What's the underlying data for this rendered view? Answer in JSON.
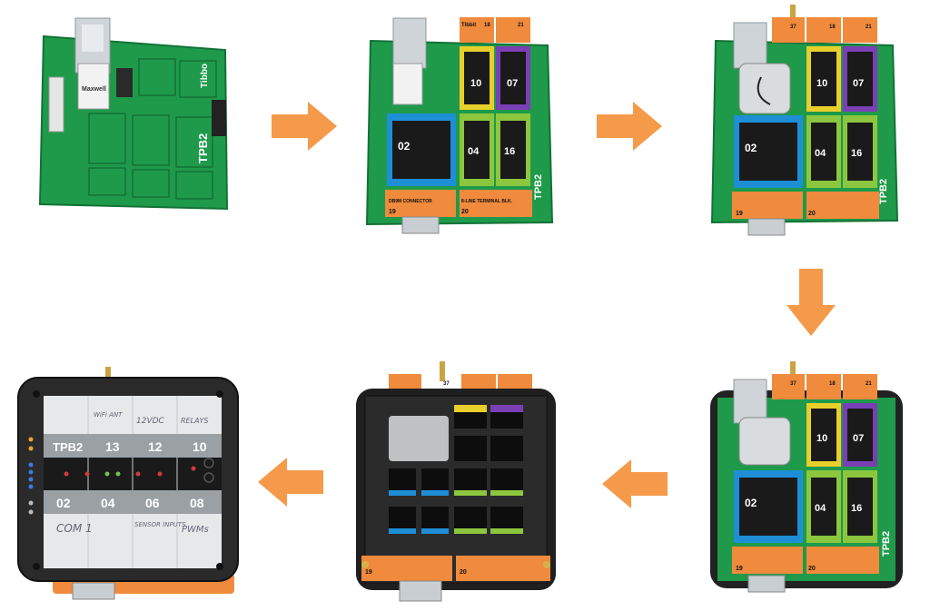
{
  "colors": {
    "pcb": "#1e9a4a",
    "pcb_dark": "#127236",
    "orange": "#f08a3c",
    "arrow": "#f59a4a",
    "blue": "#1e8fd6",
    "yellow": "#e9cf2b",
    "purple": "#7b3fb5",
    "lime": "#8cc63f",
    "black": "#1a1a1a"
  },
  "icons": [
    "arrow-right-icon",
    "arrow-down-icon",
    "arrow-left-icon"
  ],
  "board": {
    "model": "TPB2",
    "brand": "Tibbo",
    "module_brand": "Tibbit",
    "maxwell_label": "Maxwell"
  },
  "header_slots": [
    "37",
    "18",
    "21"
  ],
  "slot_numbers": {
    "s02": "02",
    "s04": "04",
    "s16": "16",
    "s10": "10",
    "s07": "07",
    "s19": "19",
    "s20": "20"
  },
  "connector_labels": {
    "db9": "DB9M CONNECTOR",
    "terminal": "8-LINE TERMINAL BLK."
  },
  "final_case": {
    "model": "TPB2",
    "top_labels": [
      "WiFi ANT",
      "12VDC",
      "RELAYS"
    ],
    "top_numbers": [
      "13",
      "12",
      "10"
    ],
    "bottom_numbers": [
      "02",
      "04",
      "06",
      "08"
    ],
    "bottom_labels": [
      "COM 1",
      "SENSOR INPUTS",
      "PWMs"
    ]
  }
}
